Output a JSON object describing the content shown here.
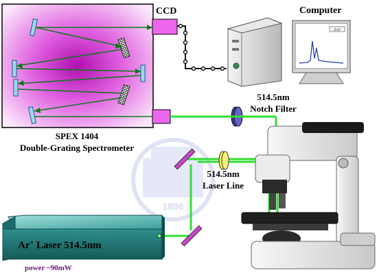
{
  "labels": {
    "ccd": "CCD",
    "computer": "Computer",
    "spectrometer_line1": "SPEX 1404",
    "spectrometer_line2": "Double-Grating Spectrometer",
    "notch_line1": "514.5nm",
    "notch_line2": "Notch Filter",
    "laserline_line1": "514.5nm",
    "laserline_line2": "Laser Line",
    "laser_main": "Ar",
    "laser_sup": "+",
    "laser_rest": " Laser 514.5nm",
    "power": "power ~90mW",
    "monitor_legend": "ZnO",
    "watermark_year": "1896"
  },
  "colors": {
    "beam": "#33dd33",
    "spectrometer_glow": "#e040e0",
    "laser_body": "#2a8a88",
    "mirror": "#cc44cc",
    "power_text": "#6a1b7a",
    "monitor_spectrum": "#1a3ca8"
  }
}
